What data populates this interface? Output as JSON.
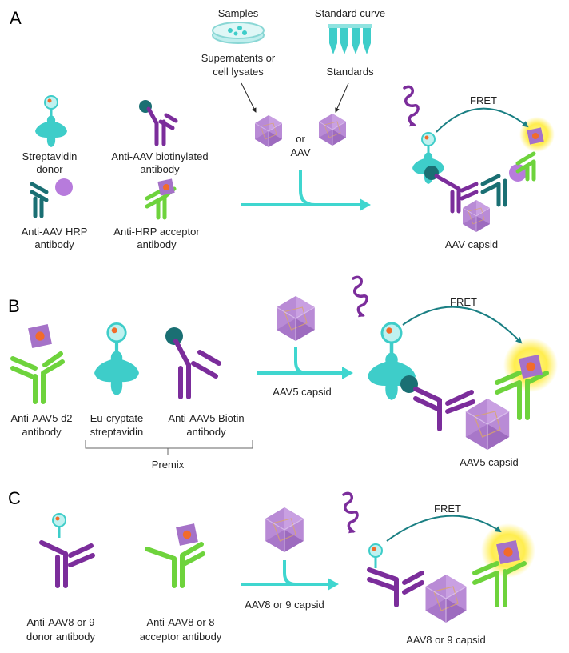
{
  "panels": {
    "A": {
      "letter": "A",
      "samples_title": "Samples",
      "samples_line1": "Supernatents or",
      "samples_line2": "cell lysates",
      "standard_title": "Standard curve",
      "standards": "Standards",
      "or_line1": "or",
      "or_line2": "AAV",
      "strep_line1": "Streptavidin",
      "strep_line2": "donor",
      "biotin_line1": "Anti-AAV biotinylated",
      "biotin_line2": "antibody",
      "hrp_line1": "Anti-AAV HRP",
      "hrp_line2": "antibody",
      "acc_line1": "Anti-HRP acceptor",
      "acc_line2": "antibody",
      "fret": "FRET",
      "product": "AAV capsid"
    },
    "B": {
      "letter": "B",
      "d2_line1": "Anti-AAV5 d2",
      "d2_line2": "antibody",
      "eu_line1": "Eu-cryptate",
      "eu_line2": "streptavidin",
      "bio_line1": "Anti-AAV5 Biotin",
      "bio_line2": "antibody",
      "premix": "Premix",
      "capsid_arrow": "AAV5 capsid",
      "fret": "FRET",
      "product": "AAV5 capsid"
    },
    "C": {
      "letter": "C",
      "donor_line1": "Anti-AAV8 or 9",
      "donor_line2": "donor antibody",
      "acc_line1": "Anti-AAV8 or 8",
      "acc_line2": "acceptor antibody",
      "capsid_arrow": "AAV8 or 9 capsid",
      "fret": "FRET",
      "product": "AAV8 or 9 capsid"
    }
  },
  "colors": {
    "teal": "#3ecdc9",
    "dark_teal": "#1a6f73",
    "purple": "#7b2d9b",
    "green": "#6ed33c",
    "capsid": "#b98bd6",
    "orange": "#f26b2a",
    "glow": "#fff176",
    "arrow": "#3fd6cf"
  }
}
